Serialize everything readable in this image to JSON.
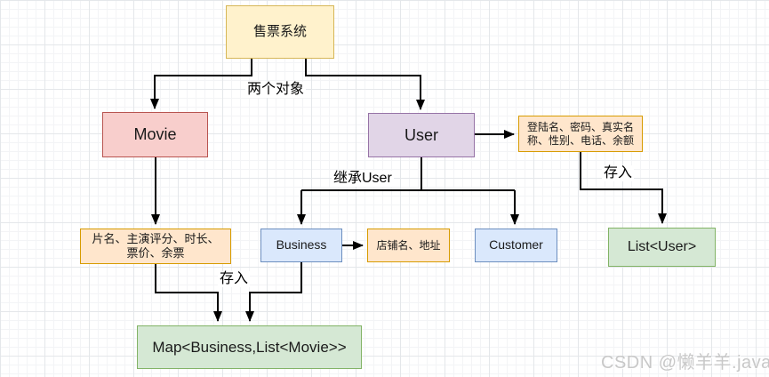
{
  "diagram": {
    "title_node": "售票系统",
    "nodes": {
      "ticket_system": {
        "label": "售票系统",
        "fill": "#fff2cc",
        "border": "#d6b656"
      },
      "movie": {
        "label": "Movie",
        "fill": "#f8cecc",
        "border": "#b85450"
      },
      "user": {
        "label": "User",
        "fill": "#e1d5e7",
        "border": "#9673a6"
      },
      "user_attrs": {
        "label": "登陆名、密码、真实名\n称、性别、电话、余额",
        "fill": "#ffe6cc",
        "border": "#d79b00"
      },
      "movie_attrs": {
        "label": "片名、主演评分、时长、\n票价、余票",
        "fill": "#ffe6cc",
        "border": "#d79b00"
      },
      "business": {
        "label": "Business",
        "fill": "#dae8fc",
        "border": "#6c8ebf"
      },
      "shop_attrs": {
        "label": "店铺名、地址",
        "fill": "#ffe6cc",
        "border": "#d79b00"
      },
      "customer": {
        "label": "Customer",
        "fill": "#dae8fc",
        "border": "#6c8ebf"
      },
      "list_user": {
        "label": "List<User>",
        "fill": "#d5e8d4",
        "border": "#82b366"
      },
      "map_business": {
        "label": "Map<Business,List<Movie>>",
        "fill": "#d5e8d4",
        "border": "#82b366"
      }
    },
    "edge_labels": {
      "two_objects": "两个对象",
      "inherit_user": "继承User",
      "store_left": "存入",
      "store_right": "存入"
    },
    "edge_color": "#000000",
    "grid_color": "#e4e7ea"
  },
  "watermark": {
    "text": "CSDN @懒羊羊.java",
    "color": "#c8c8c8"
  }
}
